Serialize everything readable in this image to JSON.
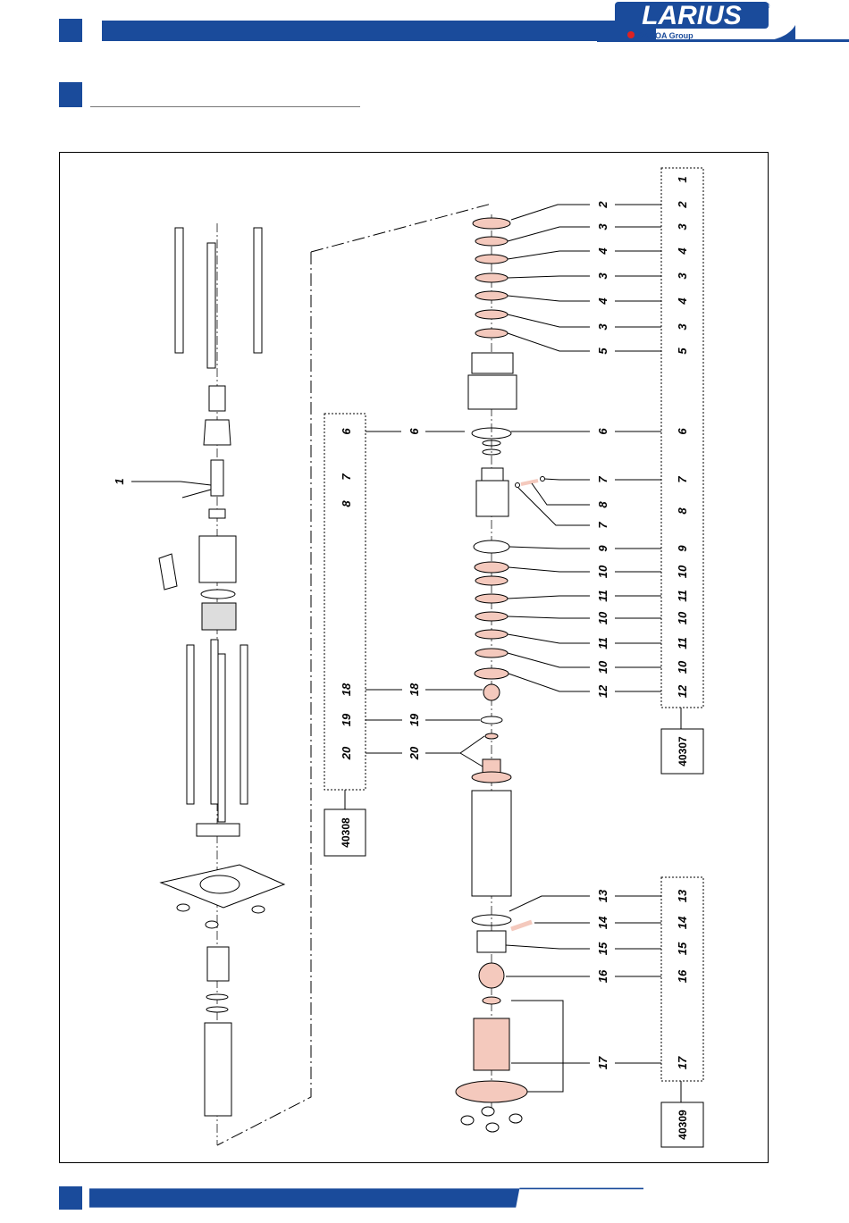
{
  "brand": {
    "logo_text": "LARIUS",
    "registered_mark": "®",
    "group_text": "SAMOA Group",
    "color_primary": "#1a4b9b",
    "color_part_fill": "#f4c9bd"
  },
  "callouts_left": {
    "left_1": "1",
    "a_6": "6",
    "a_7": "7",
    "a_8": "8",
    "a_18": "18",
    "a_19": "19",
    "a_20": "20",
    "b_6": "6",
    "b_18": "18",
    "b_19": "19",
    "b_20": "20"
  },
  "callouts_right": {
    "c2": "2",
    "c3a": "3",
    "c4a": "4",
    "c3b": "3",
    "c4b": "4",
    "c3c": "3",
    "c5": "5",
    "c6": "6",
    "c7a": "7",
    "c8": "8",
    "c7b": "7",
    "c9": "9",
    "c10a": "10",
    "c11a": "11",
    "c10b": "10",
    "c11b": "11",
    "c10c": "10",
    "c12": "12",
    "c13": "13",
    "c14": "14",
    "c15": "15",
    "c16": "16",
    "c17": "17"
  },
  "box_40307": {
    "items": [
      "1",
      "2",
      "3",
      "4",
      "3",
      "4",
      "3",
      "5",
      "6",
      "7",
      "8",
      "9",
      "10",
      "11",
      "10",
      "11",
      "10",
      "12"
    ],
    "code": "40307"
  },
  "box_40308": {
    "code": "40308"
  },
  "box_40309": {
    "items": [
      "13",
      "14",
      "15",
      "16",
      "17"
    ],
    "code": "40309"
  }
}
